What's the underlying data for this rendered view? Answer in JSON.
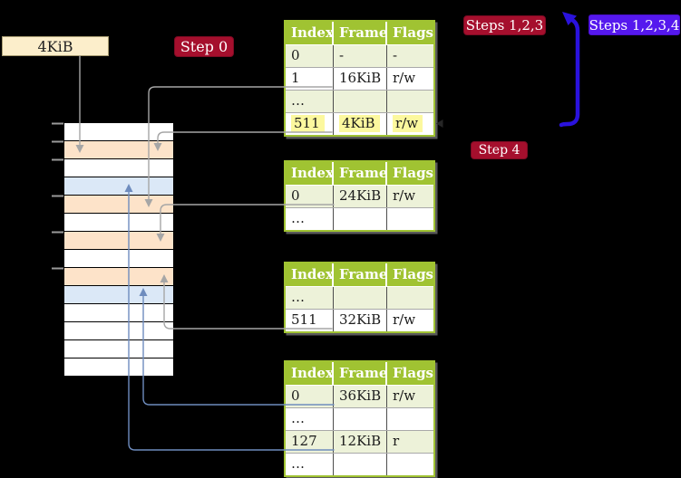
{
  "labels": {
    "frame_4kib": "4KiB",
    "step0": "Step 0",
    "steps123": "Steps 1,2,3",
    "steps1234": "Steps 1,2,3,4",
    "step4": "Step 4"
  },
  "memory_column": {
    "cells": [
      "white",
      "peach",
      "white",
      "blue",
      "peach",
      "white",
      "peach",
      "white",
      "peach",
      "blue",
      "white",
      "white",
      "white",
      "white"
    ]
  },
  "tables": [
    {
      "headers": [
        "Index",
        "Frame",
        "Flags"
      ],
      "rows": [
        {
          "index": "0",
          "frame": "-",
          "flags": "-"
        },
        {
          "index": "1",
          "frame": "16KiB",
          "flags": "r/w"
        },
        {
          "index": "…",
          "frame": "",
          "flags": ""
        },
        {
          "index": "511",
          "frame": "4KiB",
          "flags": "r/w"
        }
      ]
    },
    {
      "headers": [
        "Index",
        "Frame",
        "Flags"
      ],
      "rows": [
        {
          "index": "0",
          "frame": "24KiB",
          "flags": "r/w"
        },
        {
          "index": "…",
          "frame": "",
          "flags": ""
        }
      ]
    },
    {
      "headers": [
        "Index",
        "Frame",
        "Flags"
      ],
      "rows": [
        {
          "index": "…",
          "frame": "",
          "flags": ""
        },
        {
          "index": "511",
          "frame": "32KiB",
          "flags": "r/w"
        }
      ]
    },
    {
      "headers": [
        "Index",
        "Frame",
        "Flags"
      ],
      "rows": [
        {
          "index": "0",
          "frame": "36KiB",
          "flags": "r/w"
        },
        {
          "index": "…",
          "frame": "",
          "flags": ""
        },
        {
          "index": "127",
          "frame": "12KiB",
          "flags": "r"
        },
        {
          "index": "…",
          "frame": "",
          "flags": ""
        }
      ]
    }
  ],
  "palette": {
    "table_header_green": "#a0c332",
    "table_row_green": "#edf2d9",
    "memory_peach": "#fde3c9",
    "memory_blue": "#dbe8f7",
    "label_cream": "#fceecb",
    "badge_crimson": "#a50f2d",
    "badge_violet": "#5518ee",
    "recursive_arrow_blue": "#2a12dc",
    "pointer_blue": "#6e8cbe",
    "pointer_gray": "#a6a6a6",
    "highlight_yellow": "#fcf89e"
  }
}
